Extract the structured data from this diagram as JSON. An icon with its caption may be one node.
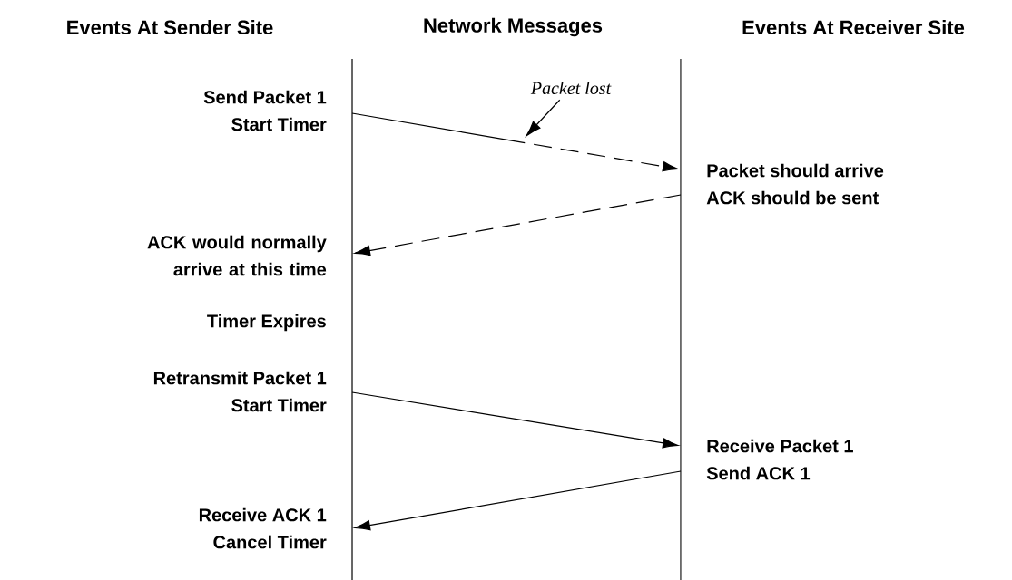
{
  "diagram": {
    "nodes": [
      {
        "text": [
          "Send Packet 1",
          "Start Timer"
        ]
      },
      {
        "text": [
          "Packet lost"
        ]
      },
      {
        "text": [
          "Packet should arrive",
          "ACK should be sent"
        ]
      },
      {
        "text": [
          "ACK would normally arrive at this time"
        ]
      },
      {
        "text": [
          "Timer Expires"
        ]
      },
      {
        "text": [
          "Retransmit Packet 1",
          "Start Timer"
        ]
      },
      {
        "text": [
          "Receive Packet 1",
          "Send ACK 1"
        ]
      },
      {
        "text": [
          "Receive ACK 1",
          "Cancel Timer"
        ]
      }
    ],
    "edges": [
      {
        "from": 0,
        "to": 2,
        "arrow": "to",
        "style": "dashed"
      },
      {
        "from": 1,
        "to": null,
        "arrow": "to"
      },
      {
        "from": 2,
        "to": 3,
        "arrow": "to",
        "style": "dashed"
      },
      {
        "from": 5,
        "to": 6,
        "arrow": "to"
      },
      {
        "from": 6,
        "to": 7,
        "arrow": "to"
      }
    ],
    "labels": [
      "Events At Sender Site",
      "Network Messages",
      "Events At Receiver Site"
    ]
  }
}
